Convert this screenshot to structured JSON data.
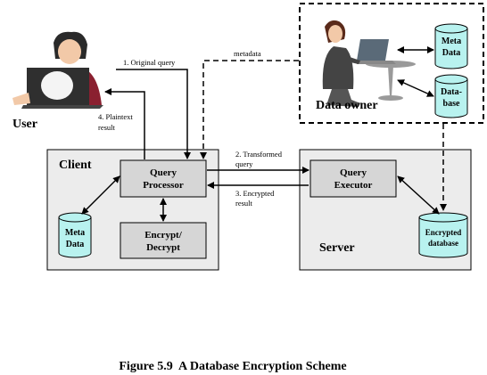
{
  "user": {
    "label": "User"
  },
  "data_owner": {
    "label": "Data owner"
  },
  "client": {
    "label": "Client"
  },
  "server": {
    "label": "Server"
  },
  "boxes": {
    "query_processor": [
      "Query",
      "Processor"
    ],
    "encrypt_decrypt": [
      "Encrypt/",
      "Decrypt"
    ],
    "query_executor": [
      "Query",
      "Executor"
    ]
  },
  "databases": {
    "client_meta": [
      "Meta",
      "Data"
    ],
    "owner_meta": [
      "Meta",
      "Data"
    ],
    "owner_db": [
      "Data-",
      "base"
    ],
    "encrypted": [
      "Encrypted",
      "database"
    ]
  },
  "edges": {
    "original_query": "1. Original query",
    "metadata": "metadata",
    "plaintext": [
      "4. Plaintext",
      "result"
    ],
    "transformed": [
      "2. Transformed",
      "query"
    ],
    "encrypted_result": [
      "3. Encrypted",
      "result"
    ]
  },
  "caption": "Figure 5.9  A Database Encryption Scheme",
  "colors": {
    "container_fill": "#ececec",
    "box_fill": "#d6d6d6",
    "db_fill": "#b8f2ef",
    "line": "#000000"
  }
}
